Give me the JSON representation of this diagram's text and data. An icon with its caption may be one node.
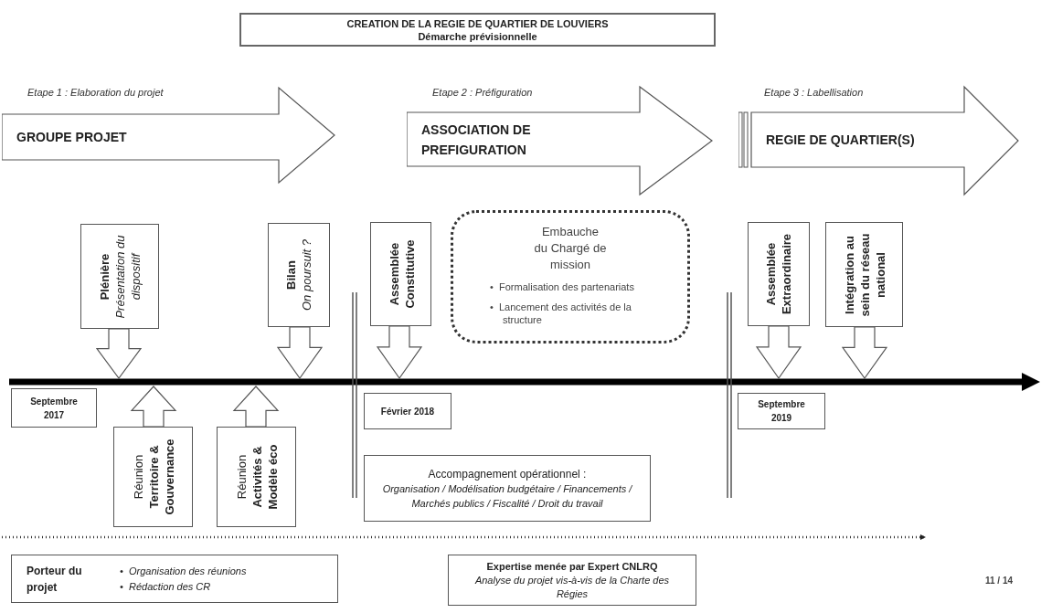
{
  "diagram": {
    "nodes": [
      {
        "text": [
          "CREATION DE LA REGIE DE QUARTIER DE LOUVIERS",
          "Démarche prévisionnelle"
        ]
      },
      {
        "text": [
          "Etape 1 : Elaboration du projet",
          "GROUPE PROJET"
        ]
      },
      {
        "text": [
          "Etape 2 : Préfiguration",
          "ASSOCIATION DE PREFIGURATION"
        ]
      },
      {
        "text": [
          "Etape 3 : Labellisation",
          "REGIE DE QUARTIER(S)"
        ]
      },
      {
        "text": [
          "Plénière",
          "Présentation du dispositif"
        ]
      },
      {
        "text": [
          "Bilan",
          "On poursuit ?"
        ]
      },
      {
        "text": [
          "Assemblée Constitutive"
        ]
      },
      {
        "text": [
          "Embauche du Chargé de mission",
          "•  Formalisation des partenariats",
          "•  Lancement des activités de la structure"
        ]
      },
      {
        "text": [
          "Assemblée Extraordinaire"
        ]
      },
      {
        "text": [
          "Intégration au sein du réseau national"
        ]
      },
      {
        "text": [
          "Septembre 2017"
        ]
      },
      {
        "text": [
          "Réunion",
          "Territoire & Gouvernance"
        ]
      },
      {
        "text": [
          "Réunion",
          "Activités & Modèle éco"
        ]
      },
      {
        "text": [
          "Février 2018"
        ]
      },
      {
        "text": [
          "Accompagnement opérationnel :",
          "Organisation / Modélisation budgétaire / Financements / Marchés publics / Fiscalité / Droit du travail"
        ]
      },
      {
        "text": [
          "Septembre 2019"
        ]
      },
      {
        "text": [
          "Porteur du projet",
          "•  Organisation des réunions",
          "•  Rédaction des CR"
        ]
      },
      {
        "text": [
          "Expertise menée par Expert CNLRQ",
          "Analyse du projet vis-à-vis de la Charte des Régies"
        ]
      }
    ],
    "edges": [
      {
        "from": 4,
        "to": null,
        "arrow": "to"
      },
      {
        "from": 5,
        "to": null,
        "arrow": "to"
      },
      {
        "from": 6,
        "to": null,
        "arrow": "to"
      },
      {
        "from": 8,
        "to": null,
        "arrow": "to"
      },
      {
        "from": 9,
        "to": null,
        "arrow": "to"
      },
      {
        "from": 11,
        "to": null,
        "arrow": "to"
      },
      {
        "from": 12,
        "to": null,
        "arrow": "to"
      }
    ],
    "labels": [
      "11 / 14"
    ]
  }
}
